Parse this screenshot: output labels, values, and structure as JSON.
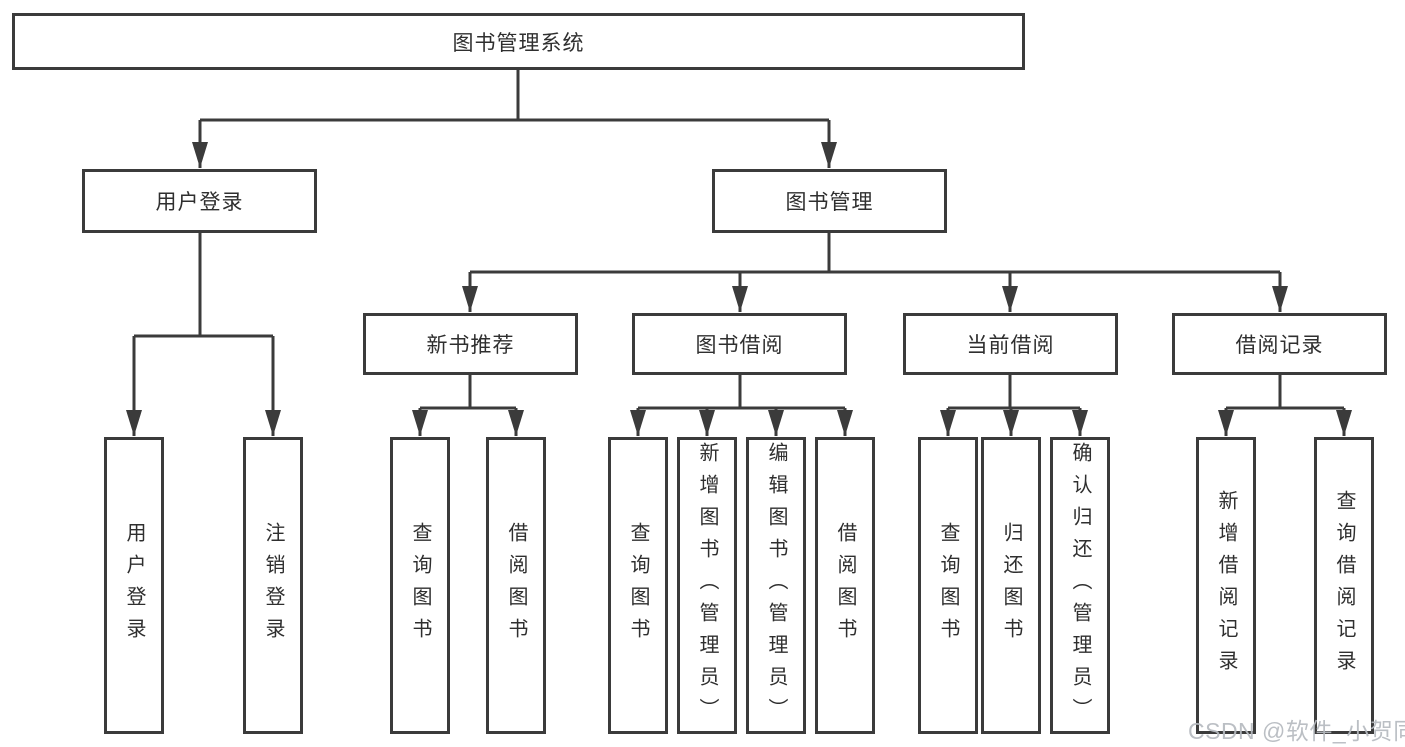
{
  "colors": {
    "line": "#3b3b3b",
    "text": "#2f2f2f",
    "watermark": "#b6bac0"
  },
  "tree": {
    "label": "图书管理系统",
    "children": [
      {
        "label": "用户登录",
        "children": [
          {
            "label": "用户登录"
          },
          {
            "label": "注销登录"
          }
        ]
      },
      {
        "label": "图书管理",
        "children": [
          {
            "label": "新书推荐",
            "children": [
              {
                "label": "查询图书"
              },
              {
                "label": "借阅图书"
              }
            ]
          },
          {
            "label": "图书借阅",
            "children": [
              {
                "label": "查询图书"
              },
              {
                "label": "新增图书（管理员）"
              },
              {
                "label": "编辑图书（管理员）"
              },
              {
                "label": "借阅图书"
              }
            ]
          },
          {
            "label": "当前借阅",
            "children": [
              {
                "label": "查询图书"
              },
              {
                "label": "归还图书"
              },
              {
                "label": "确认归还（管理员）"
              }
            ]
          },
          {
            "label": "借阅记录",
            "children": [
              {
                "label": "新增借阅记录"
              },
              {
                "label": "查询借阅记录"
              }
            ]
          }
        ]
      }
    ]
  },
  "watermark": {
    "text": "CSDN @软件_小贺同学"
  }
}
